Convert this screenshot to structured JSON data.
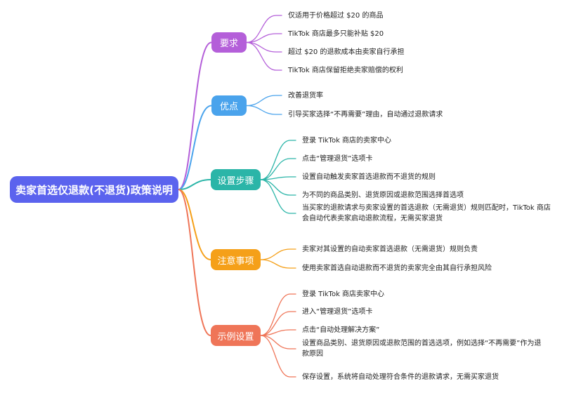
{
  "root": {
    "label": "卖家首选仅退款(不退货)政策说明",
    "color": "#5b63ee"
  },
  "branches": [
    {
      "label": "要求",
      "color": "#b45fd9",
      "items": [
        "仅适用于价格超过 $20 的商品",
        "TikTok 商店最多只能补贴 $20",
        "超过 $20 的退款成本由卖家自行承担",
        "TikTok 商店保留拒绝卖家赔偿的权利"
      ]
    },
    {
      "label": "优点",
      "color": "#4aa3ec",
      "items": [
        "改善退货率",
        "引导买家选择“不再需要”理由，自动通过退款请求"
      ]
    },
    {
      "label": "设置步骤",
      "color": "#2bb5a8",
      "items": [
        "登录 TikTok 商店的卖家中心",
        "点击“管理退货”选项卡",
        "设置自动触发卖家首选退款而不退货的规则",
        "为不同的商品类别、退货原因或退款范围选择首选项",
        [
          "当买家的退款请求与卖家设置的首选退款（无需退货）规则匹配时，TikTok 商店",
          "会自动代表卖家启动退款流程，无需买家退货"
        ]
      ]
    },
    {
      "label": "注意事项",
      "color": "#f5a019",
      "items": [
        "卖家对其设置的自动卖家首选退款（无需退货）规则负责",
        "使用卖家首选自动退款而不退货的卖家完全由其自行承担风险"
      ]
    },
    {
      "label": "示例设置",
      "color": "#ef7558",
      "items": [
        "登录 TikTok 商店卖家中心",
        "进入“管理退货”选项卡",
        "点击“自动处理解决方案”",
        [
          "设置商品类别、退货原因或退款范围的首选选项，例如选择“不再需要”作为退",
          "款原因"
        ],
        "保存设置，系统将自动处理符合条件的退款请求，无需买家退货"
      ]
    }
  ]
}
